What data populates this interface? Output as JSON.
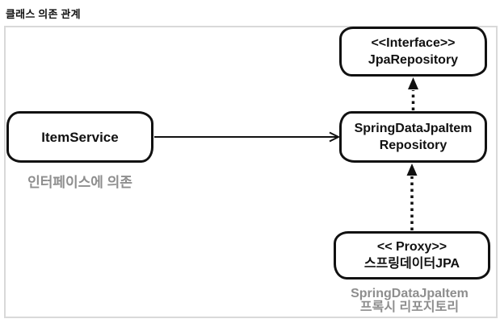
{
  "title": "클래스 의존 관계",
  "diagram": {
    "nodes": {
      "jpaRepository": {
        "stereotype": "<<Interface>>",
        "name": "JpaRepository"
      },
      "itemService": {
        "name": "ItemService"
      },
      "springDataJpaItemRepository": {
        "name_line1": "SpringDataJpaItem",
        "name_line2": "Repository"
      },
      "proxy": {
        "stereotype": "<< Proxy>>",
        "name": "스프링데이터JPA"
      }
    },
    "captions": {
      "itemService": "인터페이스에 의존",
      "proxy_line1": "SpringDataJpaItem",
      "proxy_line2": "프록시 리포지토리"
    },
    "edges": [
      {
        "from": "ItemService",
        "to": "SpringDataJpaItemRepository",
        "style": "solid-arrow"
      },
      {
        "from": "SpringDataJpaItemRepository",
        "to": "JpaRepository",
        "style": "dotted-arrow"
      },
      {
        "from": "Proxy",
        "to": "SpringDataJpaItemRepository",
        "style": "dotted-arrow"
      }
    ],
    "colors": {
      "box_border": "#111111",
      "box_text": "#111111",
      "caption_text": "#8e8e8e",
      "frame_border": "#d9d9d9",
      "background": "#ffffff"
    }
  }
}
